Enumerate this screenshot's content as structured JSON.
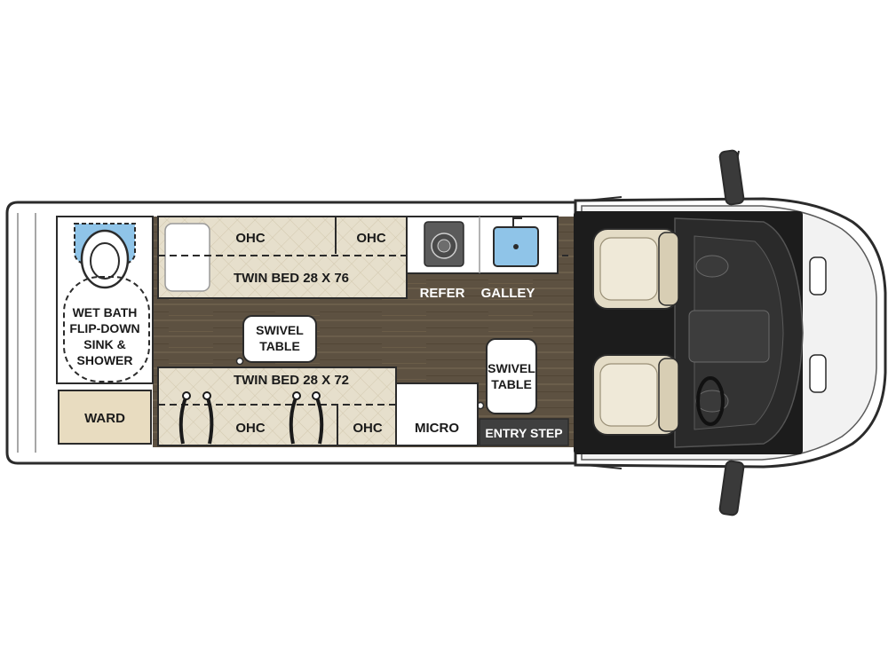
{
  "labels": {
    "ohc": "OHC",
    "twin_bed_top": "TWIN BED 28 X 76",
    "twin_bed_bottom": "TWIN BED 28 X 72",
    "refer": "REFER",
    "galley": "GALLEY",
    "swivel": "SWIVEL",
    "table": "TABLE",
    "micro": "MICRO",
    "entry_step": "ENTRY STEP",
    "ward": "WARD",
    "wet_bath_lines": [
      "WET BATH",
      "FLIP-DOWN",
      "SINK &",
      "SHOWER"
    ]
  },
  "colors": {
    "floor": "#5b4f3f",
    "cab_floor": "#1c1c1c",
    "bed": "#e6dfcc",
    "ward": "#e8dcc0",
    "outline": "#2b2b2b",
    "water_blue": "#8fc4e8",
    "seat": "#e4dcc6"
  }
}
